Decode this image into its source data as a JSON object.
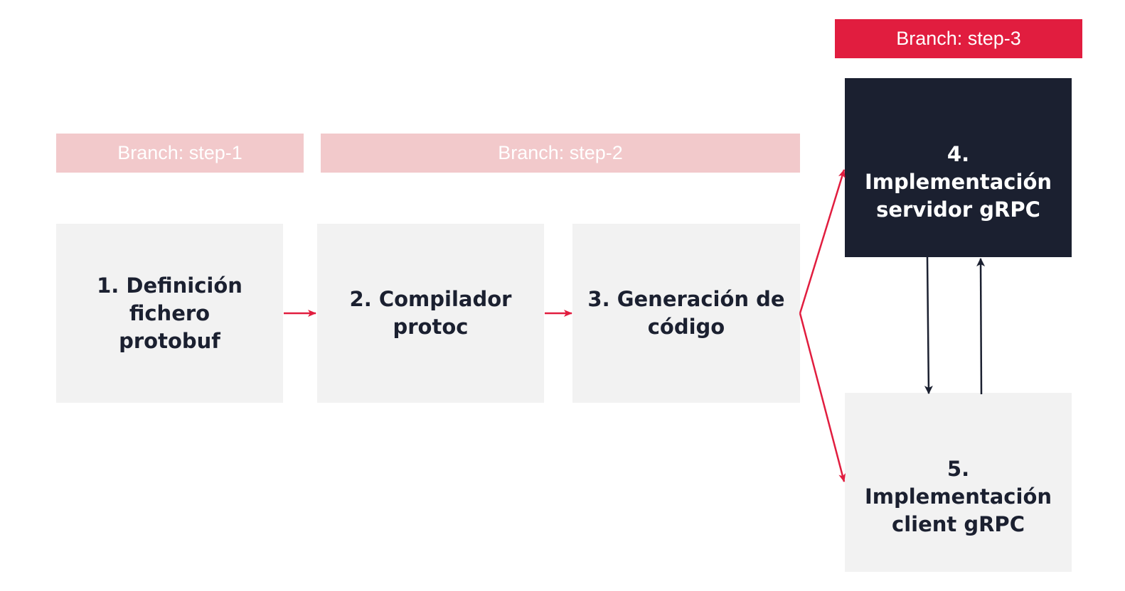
{
  "colors": {
    "branch_inactive": "#F2C9CB",
    "branch_active": "#E11D3F",
    "step_box": "#F2F2F2",
    "step_box_active": "#1B2030",
    "text_dark": "#1B2030",
    "arrow_red": "#E11D3F",
    "arrow_dark": "#1B2030"
  },
  "branches": [
    {
      "label": "Branch: step-1",
      "active": false
    },
    {
      "label": "Branch: step-2",
      "active": false
    },
    {
      "label": "Branch: step-3",
      "active": true
    }
  ],
  "steps": [
    {
      "label": "1. Definición fichero\nprotobuf",
      "active": false
    },
    {
      "label": "2. Compilador\nprotoc",
      "active": false
    },
    {
      "label": "3. Generación de\ncódigo",
      "active": false
    },
    {
      "label": "4. Implementación\nservidor gRPC",
      "active": true
    },
    {
      "label": "5. Implementación\nclient gRPC",
      "active": false
    }
  ],
  "arrows": [
    {
      "from": "step-1",
      "to": "step-2"
    },
    {
      "from": "step-2",
      "to": "step-3"
    },
    {
      "from": "step-3",
      "to": "step-4"
    },
    {
      "from": "step-3",
      "to": "step-5"
    },
    {
      "from": "step-4",
      "to": "step-5"
    },
    {
      "from": "step-5",
      "to": "step-4"
    }
  ]
}
